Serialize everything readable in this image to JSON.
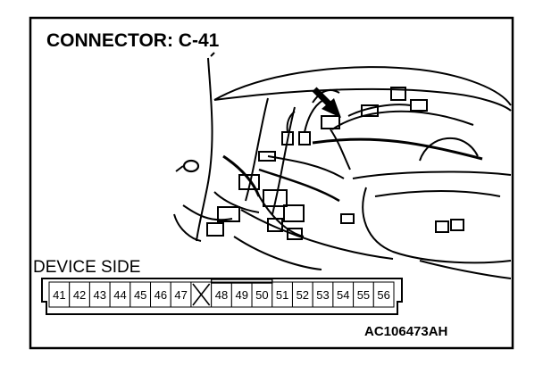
{
  "diagram": {
    "title": "CONNECTOR: C-41",
    "subtitle": "DEVICE SIDE",
    "code": "AC106473AH",
    "connector": {
      "pins": [
        "41",
        "42",
        "43",
        "44",
        "45",
        "46",
        "47",
        "",
        "48",
        "49",
        "50",
        "51",
        "52",
        "53",
        "54",
        "55",
        "56"
      ],
      "empty_slots": [
        7
      ],
      "highlighted_pins": [
        "50"
      ]
    },
    "colors": {
      "line": "#000000",
      "background": "#ffffff"
    }
  }
}
